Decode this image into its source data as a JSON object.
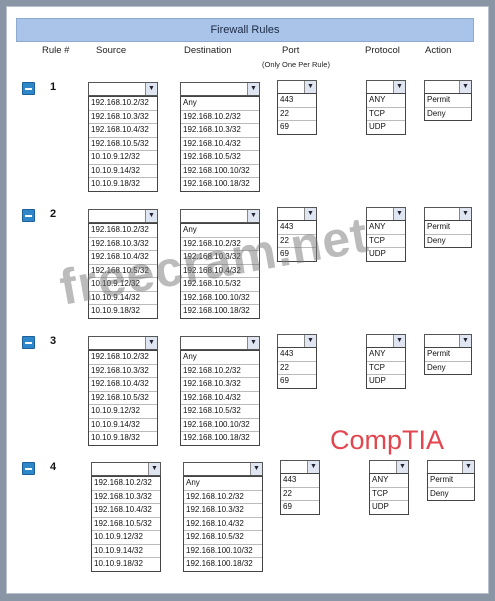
{
  "title": "Firewall Rules",
  "headers": {
    "rule": "Rule #",
    "source": "Source",
    "destination": "Destination",
    "port": "Port",
    "port_note": "(Only One Per Rule)",
    "protocol": "Protocol",
    "action": "Action"
  },
  "rules": [
    {
      "num": "1"
    },
    {
      "num": "2"
    },
    {
      "num": "3"
    },
    {
      "num": "4"
    }
  ],
  "source_options": [
    "192.168.10.2/32",
    "192.168.10.3/32",
    "192.168.10.4/32",
    "192.168.10.5/32",
    "10.10.9.12/32",
    "10.10.9.14/32",
    "10.10.9.18/32"
  ],
  "destination_options": [
    "Any",
    "192.168.10.2/32",
    "192.168.10.3/32",
    "192.168.10.4/32",
    "192.168.10.5/32",
    "192.168.100.10/32",
    "192.168.100.18/32"
  ],
  "port_options": [
    "443",
    "22",
    "69"
  ],
  "protocol_options": [
    "ANY",
    "TCP",
    "UDP"
  ],
  "action_options": [
    "Permit",
    "Deny"
  ],
  "watermark": "freecram.net",
  "brand_logo": "CompTIA",
  "colors": {
    "title_bar": "#a9c4e8",
    "background": "#8a96a6",
    "collapse_button": "#2d87c9",
    "selection_outline": "#3aa35a",
    "brand": "#e2464e"
  }
}
